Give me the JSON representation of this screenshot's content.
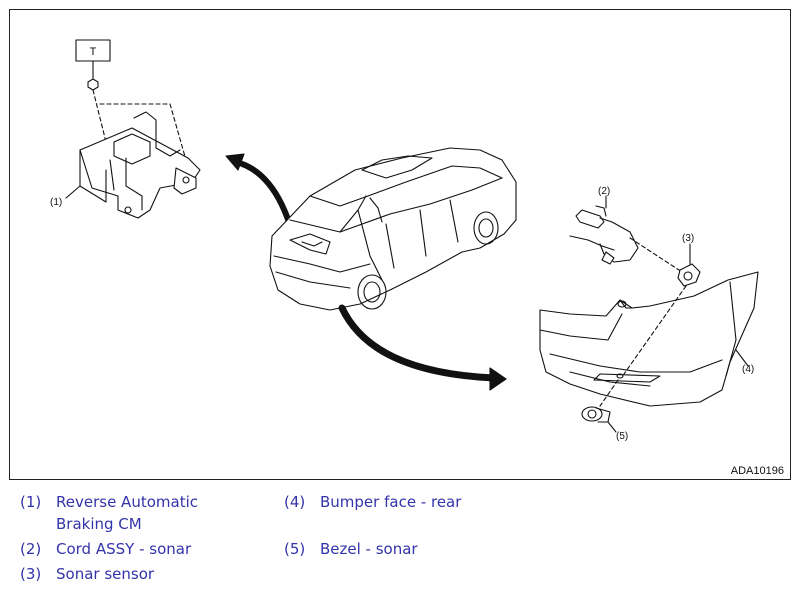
{
  "diagram": {
    "torque_label": "T",
    "figure_code": "ADA10196",
    "callouts": [
      "(1)",
      "(2)",
      "(3)",
      "(4)",
      "(5)"
    ]
  },
  "legend": [
    {
      "num": "(1)",
      "text": "Reverse Automatic Braking CM"
    },
    {
      "num": "(2)",
      "text": "Cord ASSY - sonar"
    },
    {
      "num": "(3)",
      "text": "Sonar sensor"
    },
    {
      "num": "(4)",
      "text": "Bumper face - rear"
    },
    {
      "num": "(5)",
      "text": "Bezel - sonar"
    }
  ]
}
